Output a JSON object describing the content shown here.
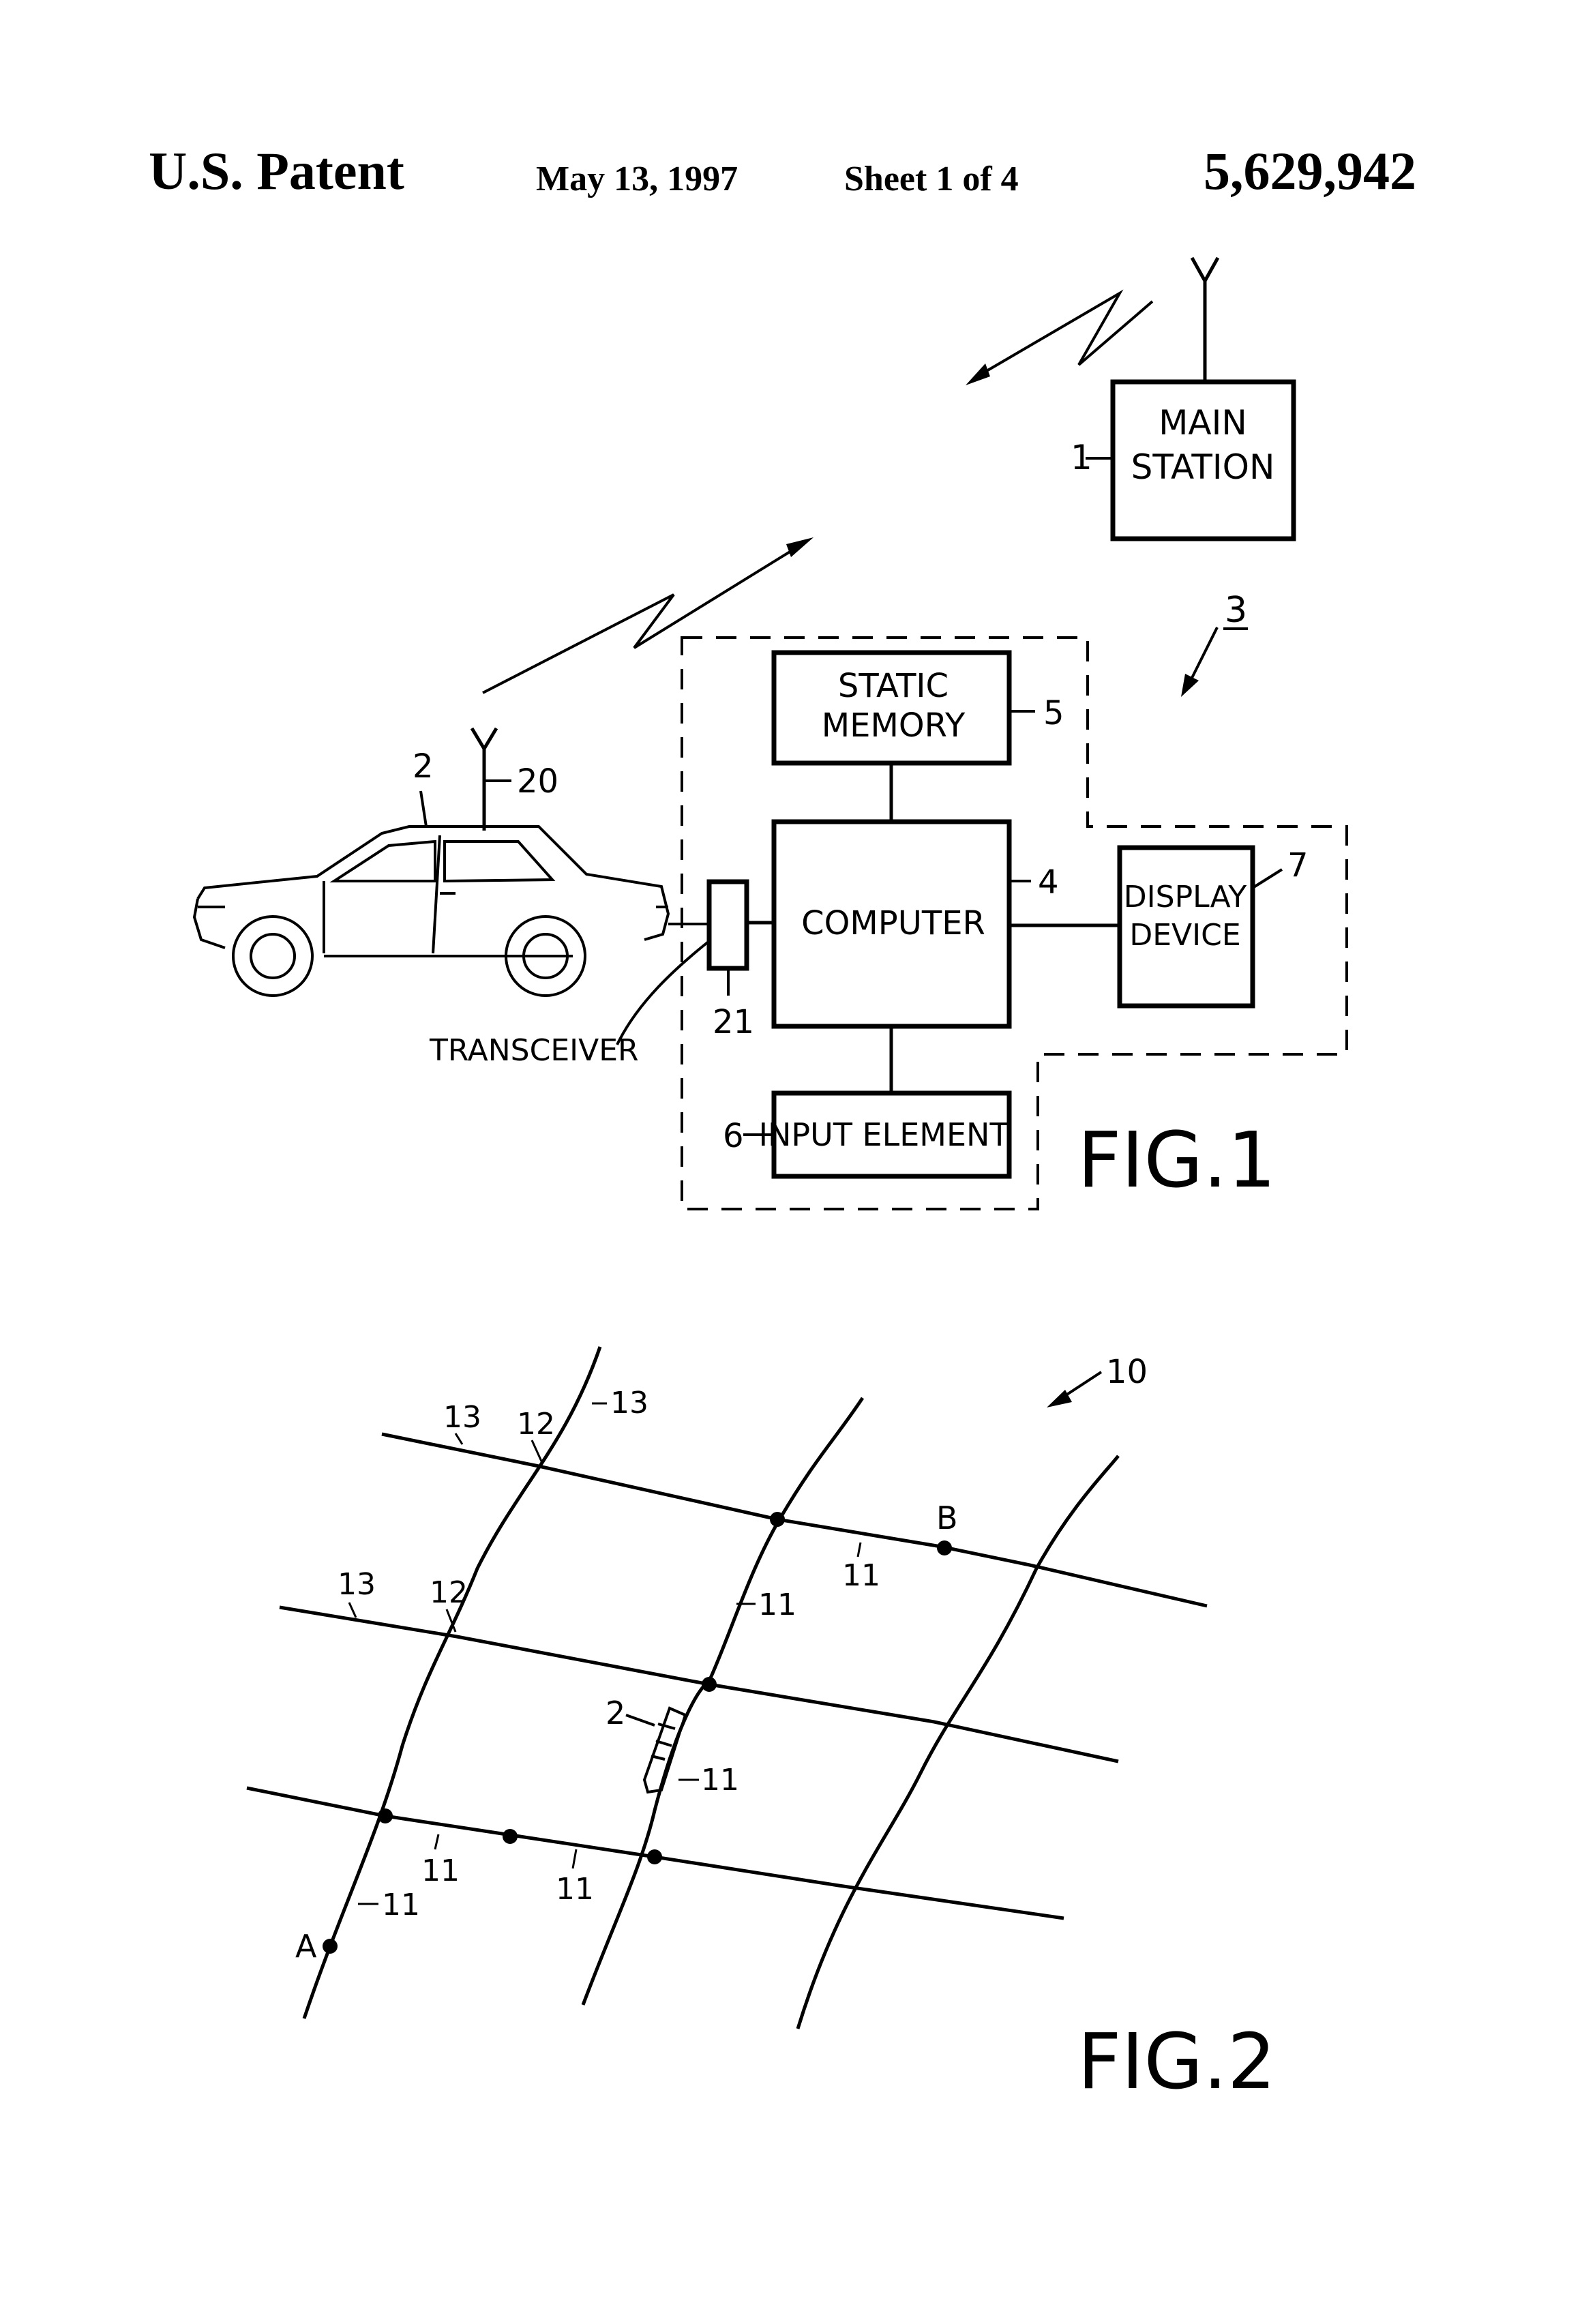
{
  "header": {
    "left": "U.S. Patent",
    "date": "May 13, 1997",
    "sheet": "Sheet 1 of 4",
    "patent_number": "5,629,942"
  },
  "fig1": {
    "caption": "FIG.1",
    "main_station": [
      "MAIN",
      "STATION"
    ],
    "static_memory": [
      "STATIC",
      "MEMORY"
    ],
    "computer": "COMPUTER",
    "display_device": [
      "DISPLAY",
      "DEVICE"
    ],
    "input_element": "INPUT ELEMENT",
    "transceiver": "TRANSCEIVER",
    "ref_main_station": "1",
    "ref_vehicle": "2",
    "ref_onboard_system": "3",
    "ref_computer": "4",
    "ref_static_memory": "5",
    "ref_input_element": "6",
    "ref_display": "7",
    "ref_antenna": "20",
    "ref_transceiver": "21"
  },
  "fig2": {
    "caption": "FIG.2",
    "ref_network": "10",
    "ref_segment": "11",
    "ref_node": "12",
    "ref_road": "13",
    "ref_vehicle": "2",
    "point_a": "A",
    "point_b": "B"
  }
}
